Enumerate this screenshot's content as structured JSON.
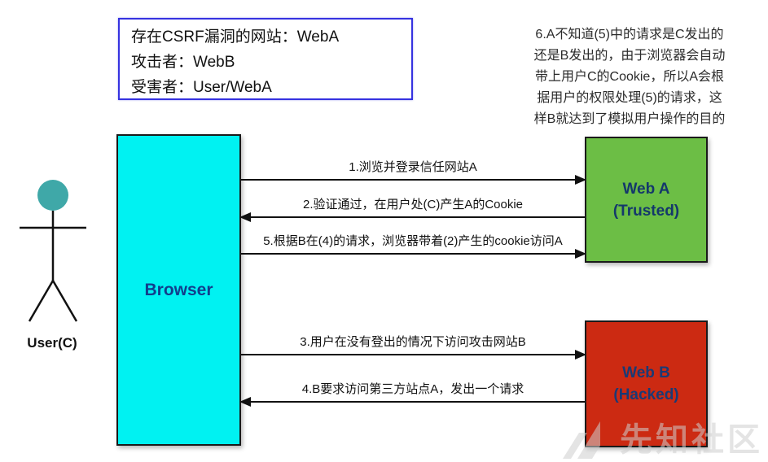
{
  "info_box": {
    "lines": [
      "存在CSRF漏洞的网站：WebA",
      "攻击者：WebB",
      "受害者：User/WebA"
    ],
    "border_color": "#3532E0"
  },
  "note": {
    "text": "6.A不知道(5)中的请求是C发出的\n还是B发出的，由于浏览器会自动\n带上用户C的Cookie，所以A会根\n据用户的权限处理(5)的请求，这\n样B就达到了模拟用户操作的目的"
  },
  "actor": {
    "label": "User(C)",
    "head_color": "#3FA8A8"
  },
  "browser": {
    "label": "Browser",
    "fill": "#00F2F2",
    "text_color": "#123E8C"
  },
  "web_a": {
    "line1": "Web A",
    "line2": "(Trusted)",
    "fill": "#6CBE45",
    "text_color": "#14386B"
  },
  "web_b": {
    "line1": "Web B",
    "line2": "(Hacked)",
    "fill": "#CC2A12",
    "text_color": "#1A3A75"
  },
  "arrows": [
    {
      "step": "1",
      "label": "1.浏览并登录信任网站A",
      "direction": "right",
      "from": "Browser",
      "to": "Web A"
    },
    {
      "step": "2",
      "label": "2.验证通过，在用户处(C)产生A的Cookie",
      "direction": "left",
      "from": "Web A",
      "to": "Browser"
    },
    {
      "step": "5",
      "label": "5.根据B在(4)的请求，浏览器带着(2)产生的cookie访问A",
      "direction": "right",
      "from": "Browser",
      "to": "Web A"
    },
    {
      "step": "3",
      "label": "3.用户在没有登出的情况下访问攻击网站B",
      "direction": "right",
      "from": "Browser",
      "to": "Web B"
    },
    {
      "step": "4",
      "label": "4.B要求访问第三方站点A，发出一个请求",
      "direction": "left",
      "from": "Web B",
      "to": "Browser"
    }
  ],
  "watermark": {
    "text": "先知社区"
  }
}
